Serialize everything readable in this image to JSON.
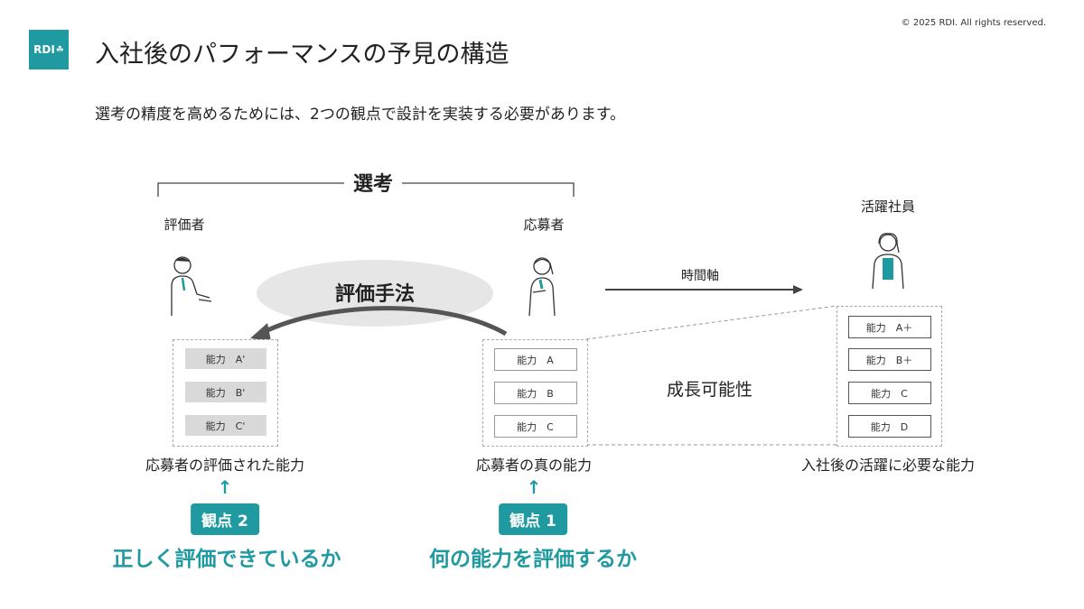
{
  "header": {
    "logo_text": "RDI",
    "title": "入社後のパフォーマンスの予見の構造",
    "copyright": "© 2025 RDI.  All rights reserved.",
    "subtitle": "選考の精度を高めるためには、2つの観点で設計を実装する必要があります。"
  },
  "diagram": {
    "selection_label": "選考",
    "evaluator_label": "評価者",
    "applicant_label": "応募者",
    "employee_label": "活躍社員",
    "method_label": "評価手法",
    "time_axis_label": "時間軸",
    "growth_label": "成長可能性",
    "evaluated_box": {
      "items": [
        "能力　A'",
        "能力　B'",
        "能力　C'"
      ],
      "caption": "応募者の評価された能力"
    },
    "true_box": {
      "items": [
        "能力　A",
        "能力　B",
        "能力　C"
      ],
      "caption": "応募者の真の能力"
    },
    "required_box": {
      "items": [
        "能力　A＋",
        "能力　B＋",
        "能力　C",
        "能力　D"
      ],
      "caption": "入社後の活躍に必要な能力"
    },
    "viewpoint2": {
      "badge": "観点 2",
      "question": "正しく評価できているか"
    },
    "viewpoint1": {
      "badge": "観点 1",
      "question": "何の能力を評価するか"
    }
  },
  "colors": {
    "accent": "#1f9aa0",
    "gray_fill": "#d9d9d9",
    "ellipse": "#e6e6e6"
  }
}
